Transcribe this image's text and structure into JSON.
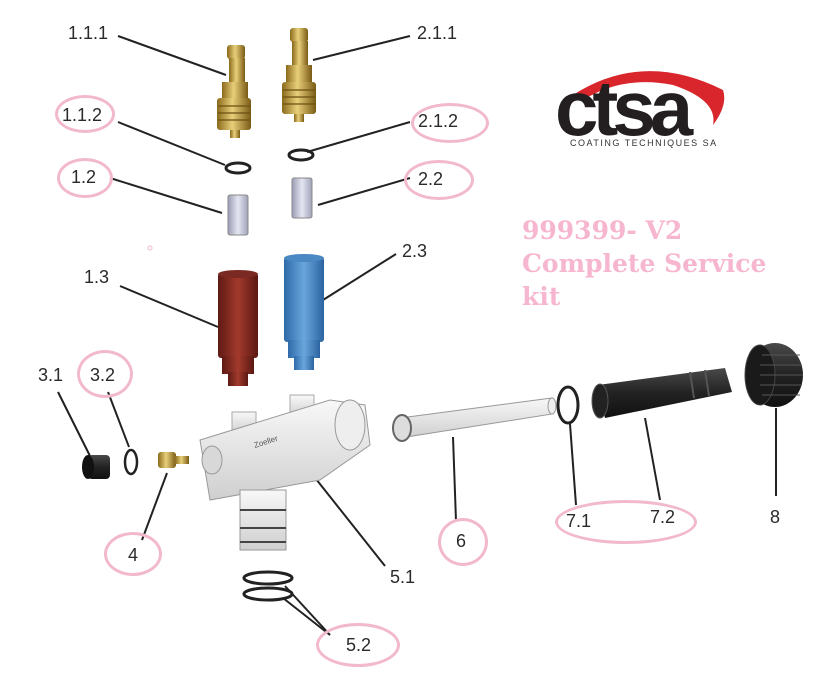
{
  "logo": {
    "brand": "ctsa",
    "subtitle": "COATING TECHNIQUES SA",
    "accent_color": "#d8262c",
    "text_color": "#231f20"
  },
  "kit_title": {
    "line1": "999399- V2",
    "line2": "Complete Service",
    "line3": "kit",
    "color": "#f7b6cf"
  },
  "highlight_color": "#f2b8cc",
  "callouts": [
    {
      "id": "1.1.1",
      "label": "1.1.1",
      "highlighted": false
    },
    {
      "id": "2.1.1",
      "label": "2.1.1",
      "highlighted": false
    },
    {
      "id": "1.1.2",
      "label": "1.1.2",
      "highlighted": true
    },
    {
      "id": "2.1.2",
      "label": "2.1.2",
      "highlighted": true
    },
    {
      "id": "1.2",
      "label": "1.2",
      "highlighted": true
    },
    {
      "id": "2.2",
      "label": "2.2",
      "highlighted": true
    },
    {
      "id": "1.3",
      "label": "1.3",
      "highlighted": false
    },
    {
      "id": "2.3",
      "label": "2.3",
      "highlighted": false
    },
    {
      "id": "3.1",
      "label": "3.1",
      "highlighted": false
    },
    {
      "id": "3.2",
      "label": "3.2",
      "highlighted": true
    },
    {
      "id": "4",
      "label": "4",
      "highlighted": true
    },
    {
      "id": "5.1",
      "label": "5.1",
      "highlighted": false
    },
    {
      "id": "5.2",
      "label": "5.2",
      "highlighted": true
    },
    {
      "id": "6",
      "label": "6",
      "highlighted": true
    },
    {
      "id": "7.1",
      "label": "7.1",
      "highlighted": true
    },
    {
      "id": "7.2",
      "label": "7.2",
      "highlighted": true
    },
    {
      "id": "8",
      "label": "8",
      "highlighted": false
    }
  ],
  "parts": {
    "valve_cartridge_colors": "#c9a94a",
    "spacer_color": "#c7c9dc",
    "red_tube_color": "#8e2a22",
    "blue_tube_color": "#4f8fcb",
    "body_brand": "Zoeller"
  }
}
